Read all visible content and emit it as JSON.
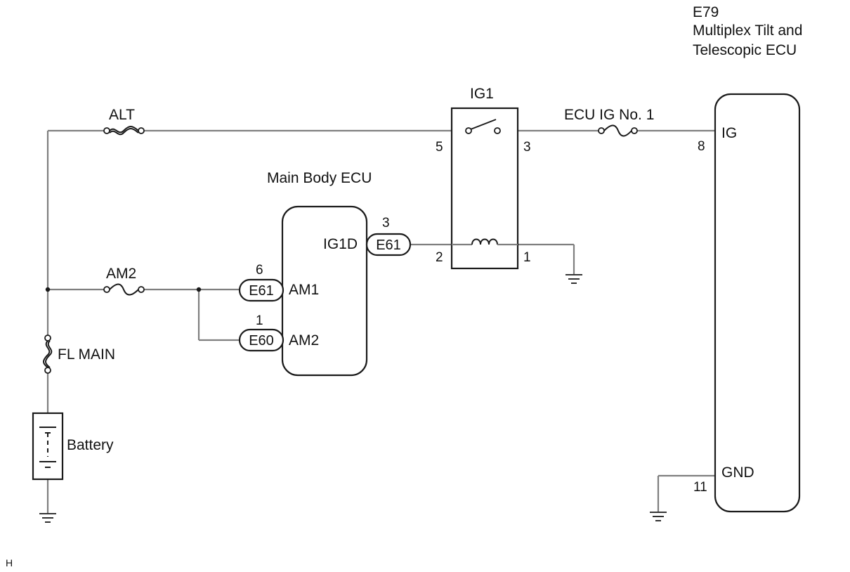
{
  "ecu_tilt": {
    "code": "E79",
    "name_line1": "Multiplex Tilt and",
    "name_line2": "Telescopic ECU",
    "pin_ig_label": "IG",
    "pin_ig_num": "8",
    "pin_gnd_label": "GND",
    "pin_gnd_num": "11"
  },
  "main_body_ecu": {
    "title": "Main Body ECU",
    "ig1d_label": "IG1D",
    "am1_label": "AM1",
    "am2_label": "AM2",
    "ig1d_connector": "E61",
    "ig1d_pin": "3",
    "am1_connector": "E61",
    "am1_pin": "6",
    "am2_connector": "E60",
    "am2_pin": "1"
  },
  "relay_ig1": {
    "title": "IG1",
    "pin_5": "5",
    "pin_3": "3",
    "pin_2": "2",
    "pin_1": "1"
  },
  "fuses": {
    "alt": "ALT",
    "ecu_ig": "ECU IG No. 1",
    "am2": "AM2",
    "fl_main": "FL MAIN"
  },
  "battery_label": "Battery",
  "corner_mark": "H"
}
